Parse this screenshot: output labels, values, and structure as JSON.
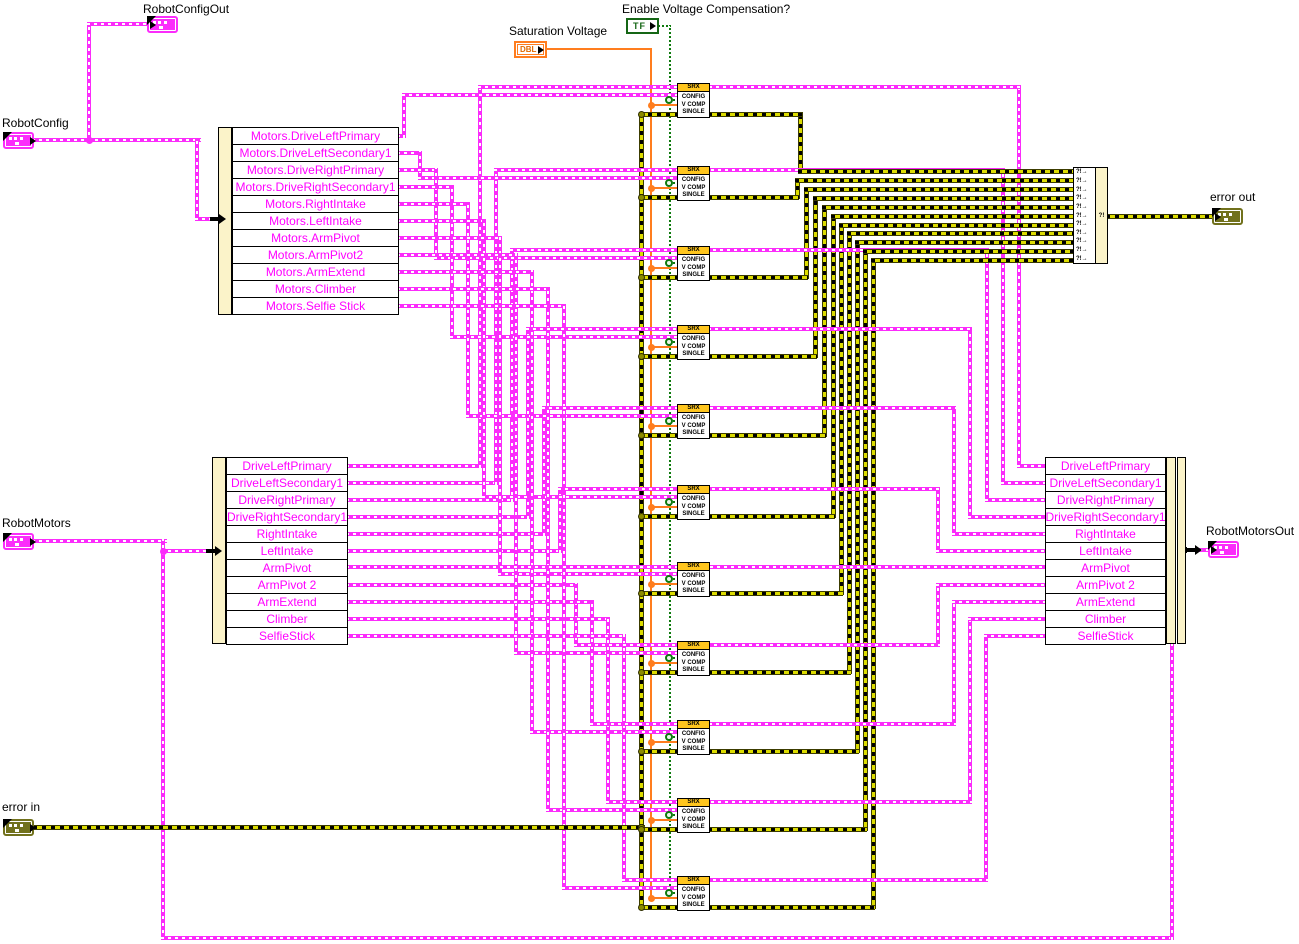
{
  "terminals": {
    "robot_config": {
      "label": "RobotConfig"
    },
    "robot_config_out": {
      "label": "RobotConfigOut"
    },
    "robot_motors": {
      "label": "RobotMotors"
    },
    "robot_motors_out": {
      "label": "RobotMotorsOut"
    },
    "error_in": {
      "label": "error in"
    },
    "error_out": {
      "label": "error out"
    },
    "saturation_voltage": {
      "label": "Saturation Voltage",
      "type_text": "DBL"
    },
    "enable_vcomp": {
      "label": "Enable Voltage Compensation?",
      "type_text": "TF"
    }
  },
  "config_unbundle": {
    "rows": [
      "Motors.DriveLeftPrimary",
      "Motors.DriveLeftSecondary1",
      "Motors.DriveRightPrimary",
      "Motors.DriveRightSecondary1",
      "Motors.RightIntake",
      "Motors.LeftIntake",
      "Motors.ArmPivot",
      "Motors.ArmPivot2",
      "Motors.ArmExtend",
      "Motors.Climber",
      "Motors.Selfie Stick"
    ]
  },
  "motors_unbundle": {
    "rows": [
      "DriveLeftPrimary",
      "DriveLeftSecondary1",
      "DriveRightPrimary",
      "DriveRightSecondary1",
      "RightIntake",
      "LeftIntake",
      "ArmPivot",
      "ArmPivot 2",
      "ArmExtend",
      "Climber",
      "SelfieStick"
    ]
  },
  "motors_bundle": {
    "rows": [
      "DriveLeftPrimary",
      "DriveLeftSecondary1",
      "DriveRightPrimary",
      "DriveRightSecondary1",
      "RightIntake",
      "LeftIntake",
      "ArmPivot",
      "ArmPivot 2",
      "ArmExtend",
      "Climber",
      "SelfieStick"
    ]
  },
  "srx_block": {
    "header": "SRX",
    "lines": [
      "CONFIG",
      "V COMP",
      "SINGLE"
    ],
    "count": 11
  },
  "merge_errors": {
    "row_glyph": "?!",
    "arrow_glyph": "→",
    "center_glyph": "?!",
    "input_count": 11
  },
  "colors": {
    "cluster_wire": "#FB2CFB",
    "row_text": "#FF00FF",
    "error_wire_yellow": "#DCDC00",
    "error_wire_dark": "#3C3C00",
    "numeric_wire": "#FF7D1E",
    "boolean_wire": "#0E7A0E",
    "node_fill": "#FBF3C9",
    "srx_header": "#FFC61E"
  }
}
